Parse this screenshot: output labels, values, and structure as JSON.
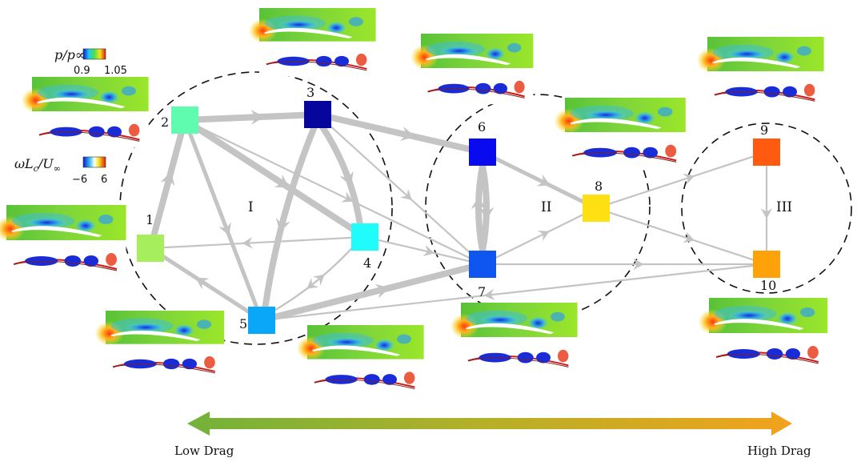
{
  "colors": {
    "edge": "#c4c4c4",
    "cluster_border": "#111111",
    "low_drag": "#72b23a",
    "high_drag": "#f3a21c"
  },
  "nodes": [
    {
      "id": "1",
      "label": "1",
      "color": "#a6ee5c"
    },
    {
      "id": "2",
      "label": "2",
      "color": "#5ffcb0"
    },
    {
      "id": "3",
      "label": "3",
      "color": "#06069c"
    },
    {
      "id": "4",
      "label": "4",
      "color": "#20fcfc"
    },
    {
      "id": "5",
      "label": "5",
      "color": "#0aa6f7"
    },
    {
      "id": "6",
      "label": "6",
      "color": "#0a0aee"
    },
    {
      "id": "7",
      "label": "7",
      "color": "#0f55f0"
    },
    {
      "id": "8",
      "label": "8",
      "color": "#ffe012"
    },
    {
      "id": "9",
      "label": "9",
      "color": "#ff5a10"
    },
    {
      "id": "10",
      "label": "10",
      "color": "#ffa20a"
    }
  ],
  "edges": [
    {
      "from": "1",
      "to": "2",
      "weight": "heavy"
    },
    {
      "from": "2",
      "to": "3",
      "weight": "heavy"
    },
    {
      "from": "2",
      "to": "4",
      "weight": "heavy"
    },
    {
      "from": "2",
      "to": "5",
      "weight": "medium"
    },
    {
      "from": "2",
      "to": "7",
      "weight": "light"
    },
    {
      "from": "3",
      "to": "4",
      "weight": "heavy"
    },
    {
      "from": "3",
      "to": "5",
      "weight": "heavy"
    },
    {
      "from": "3",
      "to": "6",
      "weight": "heavy"
    },
    {
      "from": "3",
      "to": "7",
      "weight": "light"
    },
    {
      "from": "4",
      "to": "1",
      "weight": "light"
    },
    {
      "from": "4",
      "to": "5",
      "weight": "light"
    },
    {
      "from": "4",
      "to": "7",
      "weight": "light"
    },
    {
      "from": "5",
      "to": "1",
      "weight": "medium"
    },
    {
      "from": "5",
      "to": "7",
      "weight": "heavy"
    },
    {
      "from": "5",
      "to": "4",
      "weight": "light"
    },
    {
      "from": "6",
      "to": "7",
      "weight": "heavy"
    },
    {
      "from": "6",
      "to": "8",
      "weight": "medium"
    },
    {
      "from": "7",
      "to": "6",
      "weight": "heavy"
    },
    {
      "from": "7",
      "to": "8",
      "weight": "light"
    },
    {
      "from": "7",
      "to": "10",
      "weight": "light"
    },
    {
      "from": "8",
      "to": "9",
      "weight": "light"
    },
    {
      "from": "8",
      "to": "10",
      "weight": "light"
    },
    {
      "from": "9",
      "to": "10",
      "weight": "light"
    },
    {
      "from": "10",
      "to": "5",
      "weight": "light"
    }
  ],
  "clusters": [
    {
      "id": "I",
      "label": "I"
    },
    {
      "id": "II",
      "label": "II"
    },
    {
      "id": "III",
      "label": "III"
    }
  ],
  "legend": {
    "pressure_label": "p/p∞",
    "pressure_min": "0.9",
    "pressure_max": "1.05",
    "vorticity_label": "ωL",
    "vorticity_sub": "c",
    "vorticity_den": "/U",
    "vorticity_den_sub": "∞",
    "vorticity_min": "−6",
    "vorticity_max": "6"
  },
  "drag_bar": {
    "low_label": "Low Drag",
    "high_label": "High Drag"
  }
}
